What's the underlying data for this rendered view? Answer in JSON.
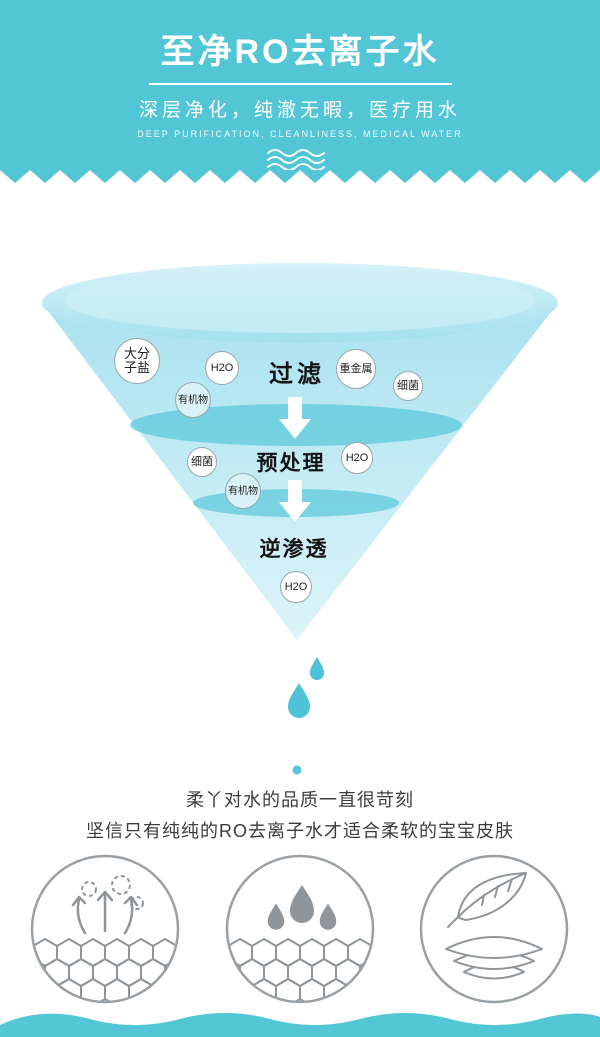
{
  "header": {
    "title": "至净RO去离子水",
    "subtitle": "深层净化，纯澈无暇，医疗用水",
    "subtitle_en": "Deep Purification, Cleanliness, Medical Water"
  },
  "funnel": {
    "stages": [
      {
        "label": "过滤"
      },
      {
        "label": "预处理"
      },
      {
        "label": "逆渗透"
      }
    ],
    "bubbles": [
      {
        "text": "大分子盐"
      },
      {
        "text": "H2O"
      },
      {
        "text": "重金属"
      },
      {
        "text": "细菌"
      },
      {
        "text": "有机物"
      },
      {
        "text": "细菌"
      },
      {
        "text": "H2O"
      },
      {
        "text": "有机物"
      },
      {
        "text": "H2O"
      }
    ]
  },
  "caption": {
    "line1": "柔丫对水的品质一直很苛刻",
    "line2": "坚信只有纯纯的RO去离子水才适合柔软的宝宝皮肤"
  },
  "features": [
    {
      "icon": "breathable-icon"
    },
    {
      "icon": "water-drops-icon"
    },
    {
      "icon": "feather-soft-icon"
    }
  ],
  "colors": {
    "header_bg": "#53c6d6",
    "funnel_light": "#ddf4f9",
    "funnel_deep": "#a9e2ef",
    "funnel_band": "#5ec9db",
    "drop": "#4fc3d6",
    "icon_gray": "#8f9598",
    "text_dark": "#3c3c3c"
  }
}
